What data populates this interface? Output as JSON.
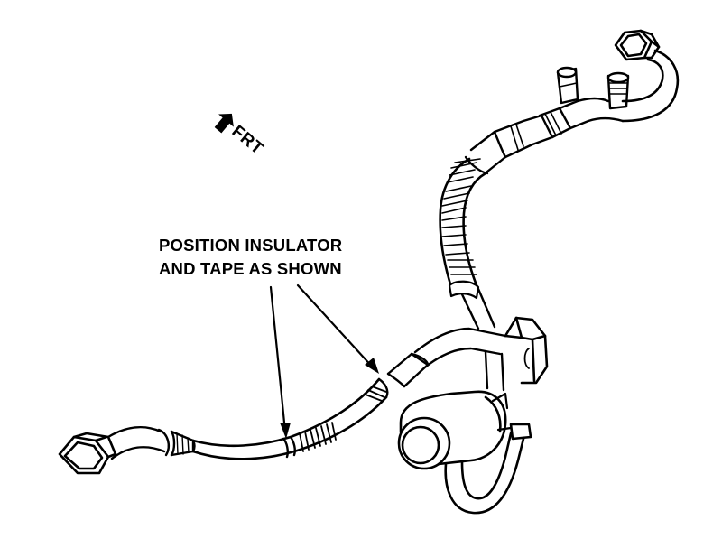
{
  "diagram": {
    "callout": {
      "line1": "POSITION INSULATOR",
      "line2": "AND TAPE AS SHOWN"
    },
    "direction": {
      "label": "FRT"
    }
  }
}
